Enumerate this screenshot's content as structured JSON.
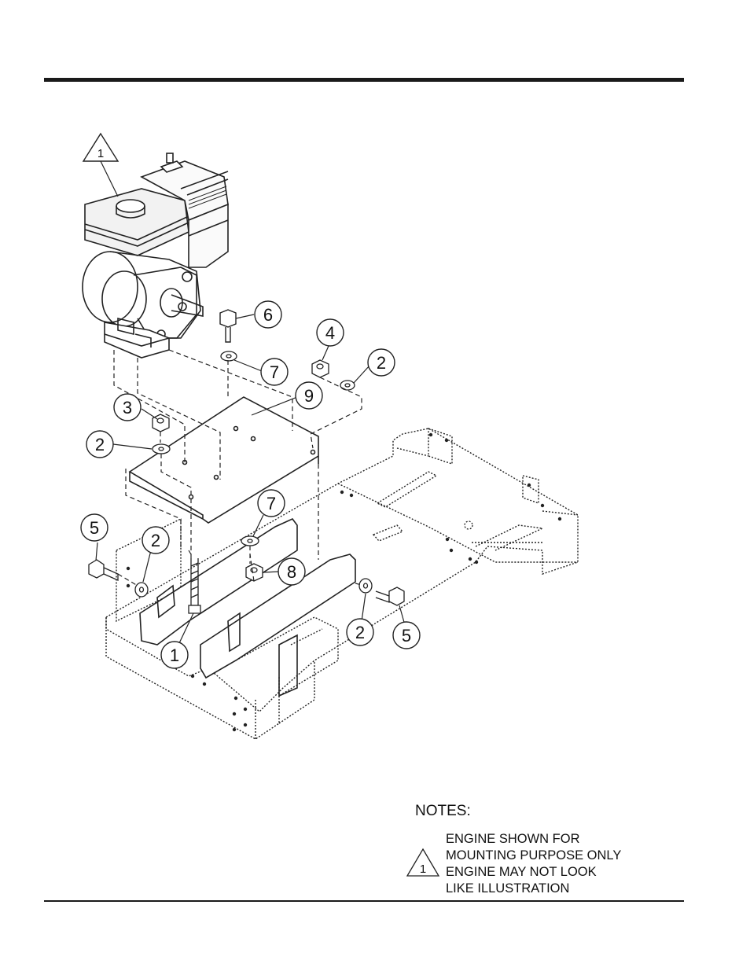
{
  "callouts": [
    {
      "id": "c-eng",
      "label": "1",
      "shape": "triangle"
    },
    {
      "id": "c6",
      "label": "6",
      "shape": "circle"
    },
    {
      "id": "c4",
      "label": "4",
      "shape": "circle"
    },
    {
      "id": "c2a",
      "label": "2",
      "shape": "circle"
    },
    {
      "id": "c7a",
      "label": "7",
      "shape": "circle"
    },
    {
      "id": "c9",
      "label": "9",
      "shape": "circle"
    },
    {
      "id": "c3",
      "label": "3",
      "shape": "circle"
    },
    {
      "id": "c2b",
      "label": "2",
      "shape": "circle"
    },
    {
      "id": "c7b",
      "label": "7",
      "shape": "circle"
    },
    {
      "id": "c5a",
      "label": "5",
      "shape": "circle"
    },
    {
      "id": "c2c",
      "label": "2",
      "shape": "circle"
    },
    {
      "id": "c8",
      "label": "8",
      "shape": "circle"
    },
    {
      "id": "c1",
      "label": "1",
      "shape": "circle"
    },
    {
      "id": "c2d",
      "label": "2",
      "shape": "circle"
    },
    {
      "id": "c5b",
      "label": "5",
      "shape": "circle"
    }
  ],
  "notes": {
    "title": "NOTES:",
    "triangle_label": "1",
    "lines": [
      "ENGINE SHOWN FOR",
      "MOUNTING PURPOSE ONLY",
      "ENGINE MAY NOT LOOK",
      "LIKE ILLUSTRATION"
    ]
  }
}
